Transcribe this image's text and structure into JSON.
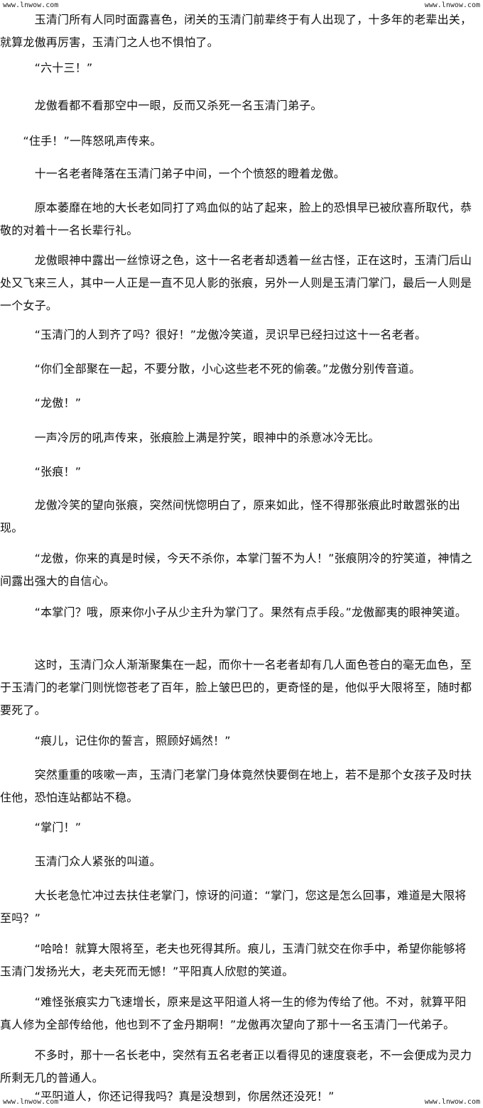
{
  "watermark": {
    "top_left": "www.lnwow.com",
    "top_right": "www.lnwow.com",
    "bottom_left": "www.lnwow.com",
    "bottom_right": "www.lnwow.com"
  },
  "paragraphs": [
    "　　　玉清门所有人同时面露喜色，闭关的玉清门前辈终于有人出现了，十多年的老辈出关，就算龙傲再厉害，玉清门之人也不惧怕了。",
    "　　　“六十三！”",
    "　　　龙傲看都不看那空中一眼，反而又杀死一名玉清门弟子。",
    "　　“住手！”一阵怒吼声传来。",
    "　　　十一名老者降落在玉清门弟子中间，一个个愤怒的瞪着龙傲。",
    "　　　原本萎靡在地的大长老如同打了鸡血似的站了起来，脸上的恐惧早已被欣喜所取代，恭敬的对着十一名长辈行礼。",
    "　　　龙傲眼神中露出一丝惊讶之色，这十一名老者却透着一丝古怪，正在这时，玉清门后山处又飞来三人，其中一人正是一直不见人影的张痕，另外一人则是玉清门掌门，最后一人则是一个女子。",
    "　　　“玉清门的人到齐了吗？很好！”龙傲冷笑道，灵识早已经扫过这十一名老者。",
    "　　　“你们全部聚在一起，不要分散，小心这些老不死的偷袭。”龙傲分别传音道。",
    "　　　“龙傲！”",
    "　　　一声冷厉的吼声传来，张痕脸上满是狞笑，眼神中的杀意冰冷无比。",
    "　　　“张痕！”",
    "　　　龙傲冷笑的望向张痕，突然间恍惚明白了，原来如此，怪不得那张痕此时敢嚣张的出现。",
    "　　　“龙傲，你来的真是时候，今天不杀你，本掌门誓不为人！”张痕阴冷的狞笑道，神情之间露出强大的自信心。",
    "　　　“本掌门？哦，原来你小子从少主升为掌门了。果然有点手段。”龙傲鄙夷的眼神笑道。",
    "　　　这时，玉清门众人渐渐聚集在一起，而你十一名老者却有几人面色苍白的毫无血色，至于玉清门的老掌门则恍惚苍老了百年，脸上皱巴巴的，更奇怪的是，他似乎大限将至，随时都要死了。",
    "　　　“痕儿，记住你的誓言，照顾好嫣然！”",
    "　　　突然重重的咳嗽一声，玉清门老掌门身体竟然快要倒在地上，若不是那个女孩子及时扶住他，恐怕连站都站不稳。",
    "　　　“掌门！”",
    "　　　玉清门众人紧张的叫道。",
    "　　　大长老急忙冲过去扶住老掌门，惊讶的问道：“掌门，您这是怎么回事，难道是大限将至吗？”",
    "　　　“哈哈！就算大限将至，老夫也死得其所。痕儿，玉清门就交在你手中，希望你能够将玉清门发扬光大，老夫死而无憾！”平阳真人欣慰的笑道。",
    "　　　“难怪张痕实力飞速增长，原来是这平阳道人将一生的修为传给了他。不对，就算平阳真人修为全部传给他，他也到不了金丹期啊！”龙傲再次望向了那十一名玉清门一代弟子。",
    "　　　不多时，那十一名长老中，突然有五名老者正以看得见的速度衰老，不一会便成为灵力所剩无几的普通人。",
    "　　　“平阳道人，你还记得我吗？真是没想到，你居然还没死！”"
  ]
}
